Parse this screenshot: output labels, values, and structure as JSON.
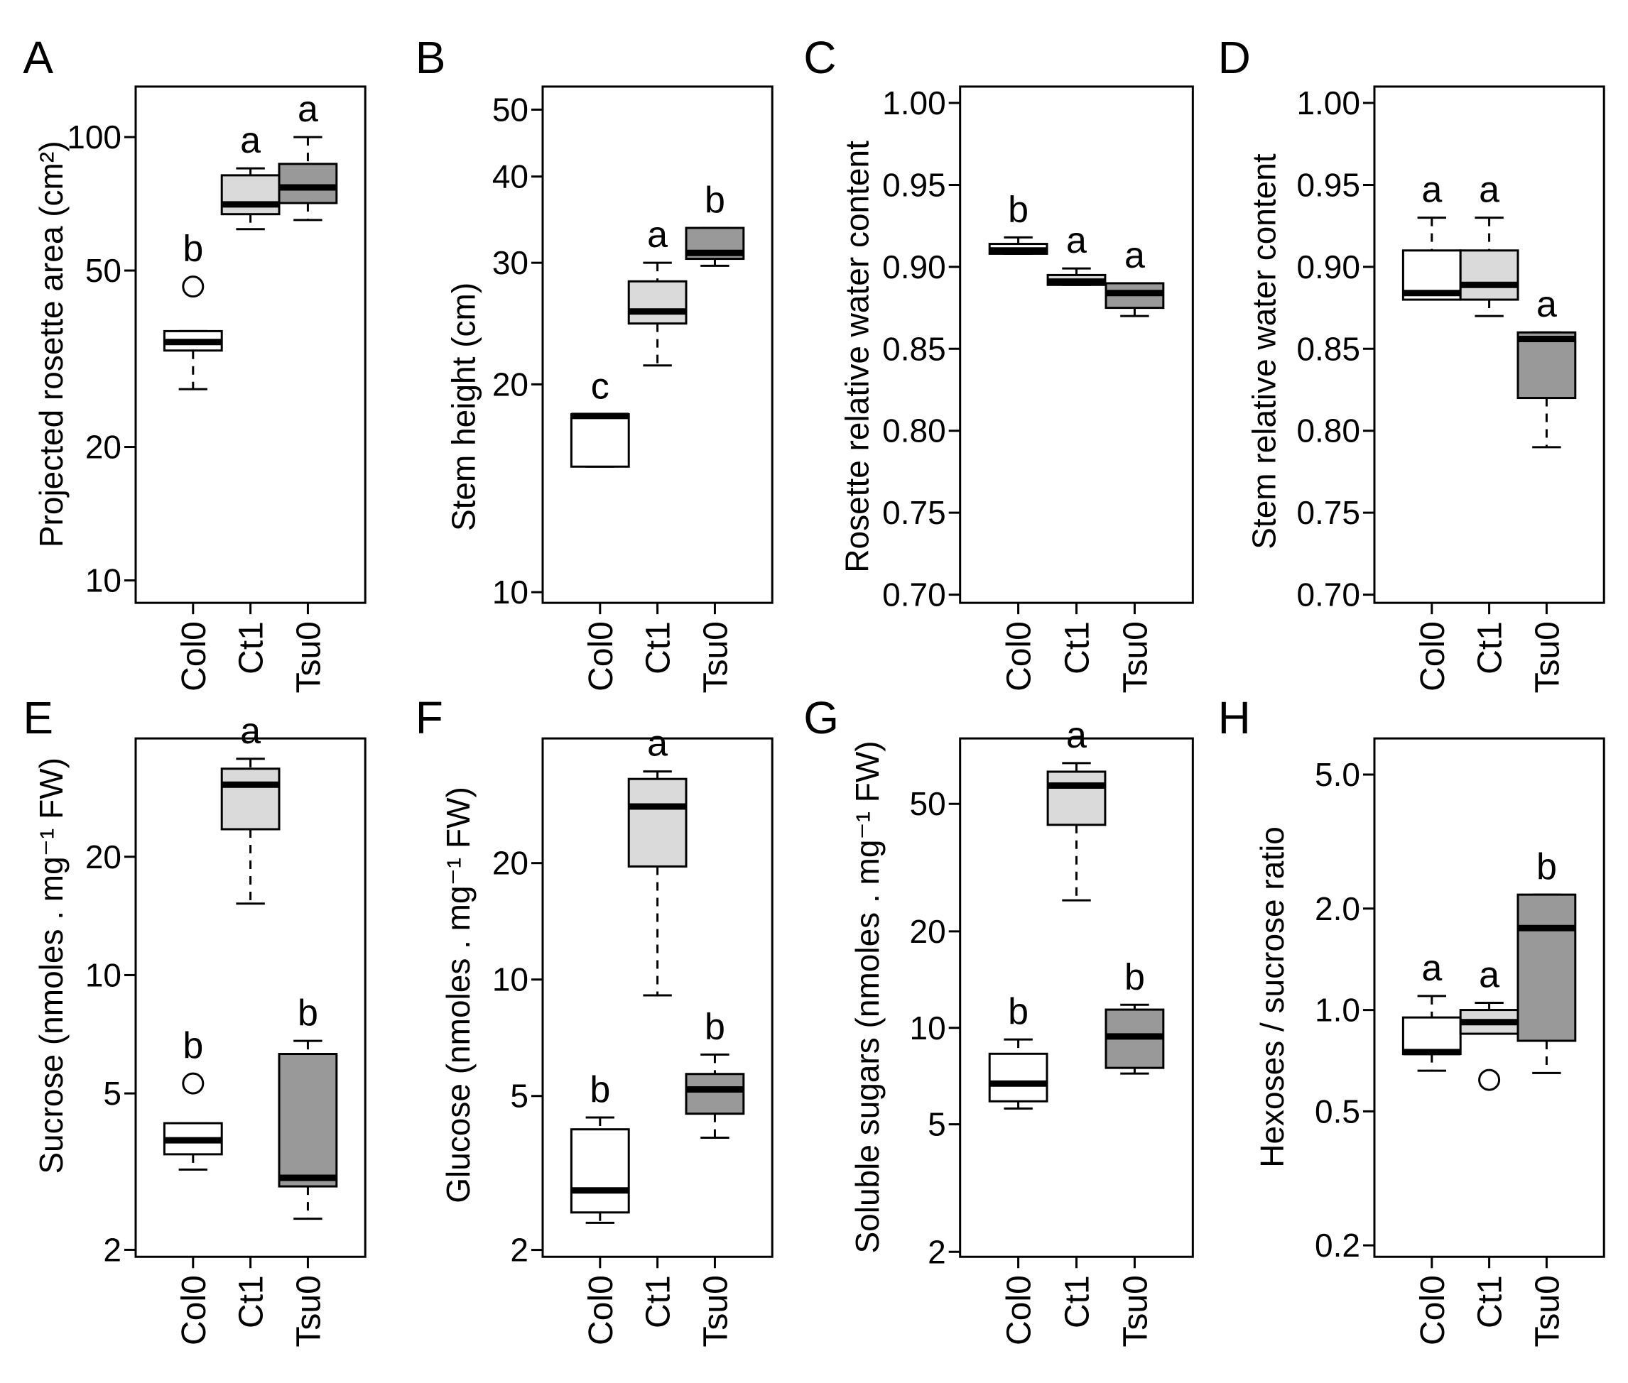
{
  "categories": [
    "Col0",
    "Ct1",
    "Tsu0"
  ],
  "colors": {
    "Col0": "#ffffff",
    "Ct1": "#dadada",
    "Tsu0": "#999999"
  },
  "chart_data": [
    {
      "type": "box",
      "panel": "A",
      "ylabel": "Projected rosette area (cm²)",
      "scale": "log",
      "ylim": [
        8.9,
        130
      ],
      "yticks": [
        10,
        20,
        50,
        100
      ],
      "ytick_labels": [
        "10",
        "20",
        "50",
        "100"
      ],
      "boxes": [
        {
          "category": "Col0",
          "min": 27,
          "q1": 33,
          "median": 34.5,
          "q3": 36.5,
          "max": 36.5,
          "outliers": [
            46
          ],
          "letter": "b"
        },
        {
          "category": "Ct1",
          "min": 62,
          "q1": 67,
          "median": 70.5,
          "q3": 82,
          "max": 85,
          "outliers": [],
          "letter": "a"
        },
        {
          "category": "Tsu0",
          "min": 65,
          "q1": 71,
          "median": 77,
          "q3": 87,
          "max": 100,
          "outliers": [],
          "letter": "a"
        }
      ]
    },
    {
      "type": "box",
      "panel": "B",
      "ylabel": "Stem height (cm)",
      "scale": "log",
      "ylim": [
        9.65,
        54
      ],
      "yticks": [
        10,
        20,
        30,
        40,
        50
      ],
      "ytick_labels": [
        "10",
        "20",
        "30",
        "40",
        "50"
      ],
      "boxes": [
        {
          "category": "Col0",
          "min": 15.2,
          "q1": 15.2,
          "median": 18.0,
          "q3": 18.1,
          "max": 18.1,
          "outliers": [],
          "letter": "c"
        },
        {
          "category": "Ct1",
          "min": 21.3,
          "q1": 24.5,
          "median": 25.5,
          "q3": 28.2,
          "max": 30.0,
          "outliers": [],
          "letter": "a"
        },
        {
          "category": "Tsu0",
          "min": 29.7,
          "q1": 30.4,
          "median": 31.0,
          "q3": 33.7,
          "max": 33.7,
          "outliers": [],
          "letter": "b"
        }
      ]
    },
    {
      "type": "box",
      "panel": "C",
      "ylabel": "Rosette relative water content",
      "scale": "linear",
      "ylim": [
        0.695,
        1.01
      ],
      "yticks": [
        0.7,
        0.75,
        0.8,
        0.85,
        0.9,
        0.95,
        1.0
      ],
      "ytick_labels": [
        "0.70",
        "0.75",
        "0.80",
        "0.85",
        "0.90",
        "0.95",
        "1.00"
      ],
      "boxes": [
        {
          "category": "Col0",
          "min": 0.908,
          "q1": 0.908,
          "median": 0.91,
          "q3": 0.914,
          "max": 0.918,
          "outliers": [],
          "letter": "b"
        },
        {
          "category": "Ct1",
          "min": 0.889,
          "q1": 0.889,
          "median": 0.891,
          "q3": 0.895,
          "max": 0.899,
          "outliers": [],
          "letter": "a"
        },
        {
          "category": "Tsu0",
          "min": 0.87,
          "q1": 0.875,
          "median": 0.884,
          "q3": 0.89,
          "max": 0.89,
          "outliers": [],
          "letter": "a"
        }
      ]
    },
    {
      "type": "box",
      "panel": "D",
      "ylabel": "Stem relative water content",
      "scale": "linear",
      "ylim": [
        0.695,
        1.01
      ],
      "yticks": [
        0.7,
        0.75,
        0.8,
        0.85,
        0.9,
        0.95,
        1.0
      ],
      "ytick_labels": [
        "0.70",
        "0.75",
        "0.80",
        "0.85",
        "0.90",
        "0.95",
        "1.00"
      ],
      "boxes": [
        {
          "category": "Col0",
          "min": 0.88,
          "q1": 0.88,
          "median": 0.884,
          "q3": 0.91,
          "max": 0.93,
          "outliers": [],
          "letter": "a"
        },
        {
          "category": "Ct1",
          "min": 0.87,
          "q1": 0.88,
          "median": 0.889,
          "q3": 0.91,
          "max": 0.93,
          "outliers": [],
          "letter": "a"
        },
        {
          "category": "Tsu0",
          "min": 0.79,
          "q1": 0.82,
          "median": 0.856,
          "q3": 0.86,
          "max": 0.86,
          "outliers": [],
          "letter": "a"
        }
      ]
    },
    {
      "type": "box",
      "panel": "E",
      "ylabel": "Sucrose (nmoles . mg⁻¹ FW)",
      "scale": "log",
      "ylim": [
        1.92,
        40
      ],
      "yticks": [
        2,
        5,
        10,
        20
      ],
      "ytick_labels": [
        "2",
        "5",
        "10",
        "20"
      ],
      "boxes": [
        {
          "category": "Col0",
          "min": 3.2,
          "q1": 3.5,
          "median": 3.8,
          "q3": 4.2,
          "max": 4.2,
          "outliers": [
            5.3
          ],
          "letter": "b"
        },
        {
          "category": "Ct1",
          "min": 15.2,
          "q1": 23.5,
          "median": 30.5,
          "q3": 33.5,
          "max": 35.5,
          "outliers": [],
          "letter": "a"
        },
        {
          "category": "Tsu0",
          "min": 2.4,
          "q1": 2.9,
          "median": 3.05,
          "q3": 6.3,
          "max": 6.8,
          "outliers": [],
          "letter": "b"
        }
      ]
    },
    {
      "type": "box",
      "panel": "F",
      "ylabel": "Glucose (nmoles . mg⁻¹ FW)",
      "scale": "log",
      "ylim": [
        1.92,
        42
      ],
      "yticks": [
        2,
        5,
        10,
        20
      ],
      "ytick_labels": [
        "2",
        "5",
        "10",
        "20"
      ],
      "boxes": [
        {
          "category": "Col0",
          "min": 2.35,
          "q1": 2.5,
          "median": 2.85,
          "q3": 4.1,
          "max": 4.4,
          "outliers": [],
          "letter": "b"
        },
        {
          "category": "Ct1",
          "min": 9.1,
          "q1": 19.6,
          "median": 28.0,
          "q3": 33.0,
          "max": 34.5,
          "outliers": [],
          "letter": "a"
        },
        {
          "category": "Tsu0",
          "min": 3.9,
          "q1": 4.5,
          "median": 5.2,
          "q3": 5.7,
          "max": 6.4,
          "outliers": [],
          "letter": "b"
        }
      ]
    },
    {
      "type": "box",
      "panel": "G",
      "ylabel": "Soluble sugars (nmoles . mg⁻¹ FW)",
      "scale": "log",
      "ylim": [
        1.93,
        80
      ],
      "yticks": [
        2,
        5,
        10,
        20,
        50
      ],
      "ytick_labels": [
        "2",
        "5",
        "10",
        "20",
        "50"
      ],
      "boxes": [
        {
          "category": "Col0",
          "min": 5.6,
          "q1": 5.9,
          "median": 6.7,
          "q3": 8.3,
          "max": 9.2,
          "outliers": [],
          "letter": "b"
        },
        {
          "category": "Ct1",
          "min": 25,
          "q1": 43,
          "median": 57,
          "q3": 63,
          "max": 67,
          "outliers": [],
          "letter": "a"
        },
        {
          "category": "Tsu0",
          "min": 7.2,
          "q1": 7.5,
          "median": 9.4,
          "q3": 11.4,
          "max": 11.8,
          "outliers": [],
          "letter": "b"
        }
      ]
    },
    {
      "type": "box",
      "panel": "H",
      "ylabel": "Hexoses / sucrose ratio",
      "scale": "log",
      "ylim": [
        0.185,
        6.4
      ],
      "yticks": [
        0.2,
        0.5,
        1.0,
        2.0,
        5.0
      ],
      "ytick_labels": [
        "0.2",
        "0.5",
        "1.0",
        "2.0",
        "5.0"
      ],
      "boxes": [
        {
          "category": "Col0",
          "min": 0.66,
          "q1": 0.74,
          "median": 0.75,
          "q3": 0.95,
          "max": 1.1,
          "outliers": [],
          "letter": "a"
        },
        {
          "category": "Ct1",
          "min": 0.85,
          "q1": 0.85,
          "median": 0.92,
          "q3": 1.0,
          "max": 1.05,
          "outliers": [
            0.62
          ],
          "letter": "a"
        },
        {
          "category": "Tsu0",
          "min": 0.65,
          "q1": 0.81,
          "median": 1.75,
          "q3": 2.2,
          "max": 2.2,
          "outliers": [],
          "letter": "b"
        }
      ]
    }
  ]
}
